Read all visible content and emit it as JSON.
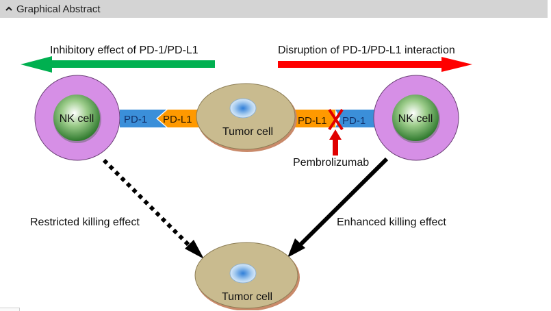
{
  "header": {
    "title": "Graphical Abstract",
    "toggle_icon": "chevron-up-icon"
  },
  "diagram": {
    "left_arrow": {
      "label": "Inhibitory effect of PD-1/PD-L1",
      "color": "#00b050",
      "direction": "left"
    },
    "right_arrow": {
      "label": "Disruption of PD-1/PD-L1 interaction",
      "color": "#ff0000",
      "direction": "right"
    },
    "left_nk_cell": {
      "label": "NK cell"
    },
    "right_nk_cell": {
      "label": "NK cell"
    },
    "top_tumor_cell": {
      "label": "Tumor cell"
    },
    "bottom_tumor_cell": {
      "label": "Tumor cell"
    },
    "left_binding": {
      "receptor": "PD-1",
      "ligand": "PD-L1"
    },
    "right_binding": {
      "receptor": "PD-1",
      "ligand": "PD-L1",
      "blocked": true,
      "blocker": "Pembrolizumab"
    },
    "restricted_label": "Restricted killing effect",
    "enhanced_label": "Enhanced killing effect",
    "colors": {
      "nk_outer": "#d68fe6",
      "nk_inner": "#3f8f3a",
      "tumor": "#c9bb8f",
      "receptor": "#3b8fd9",
      "ligand": "#ff9900",
      "block": "#e00000"
    }
  }
}
